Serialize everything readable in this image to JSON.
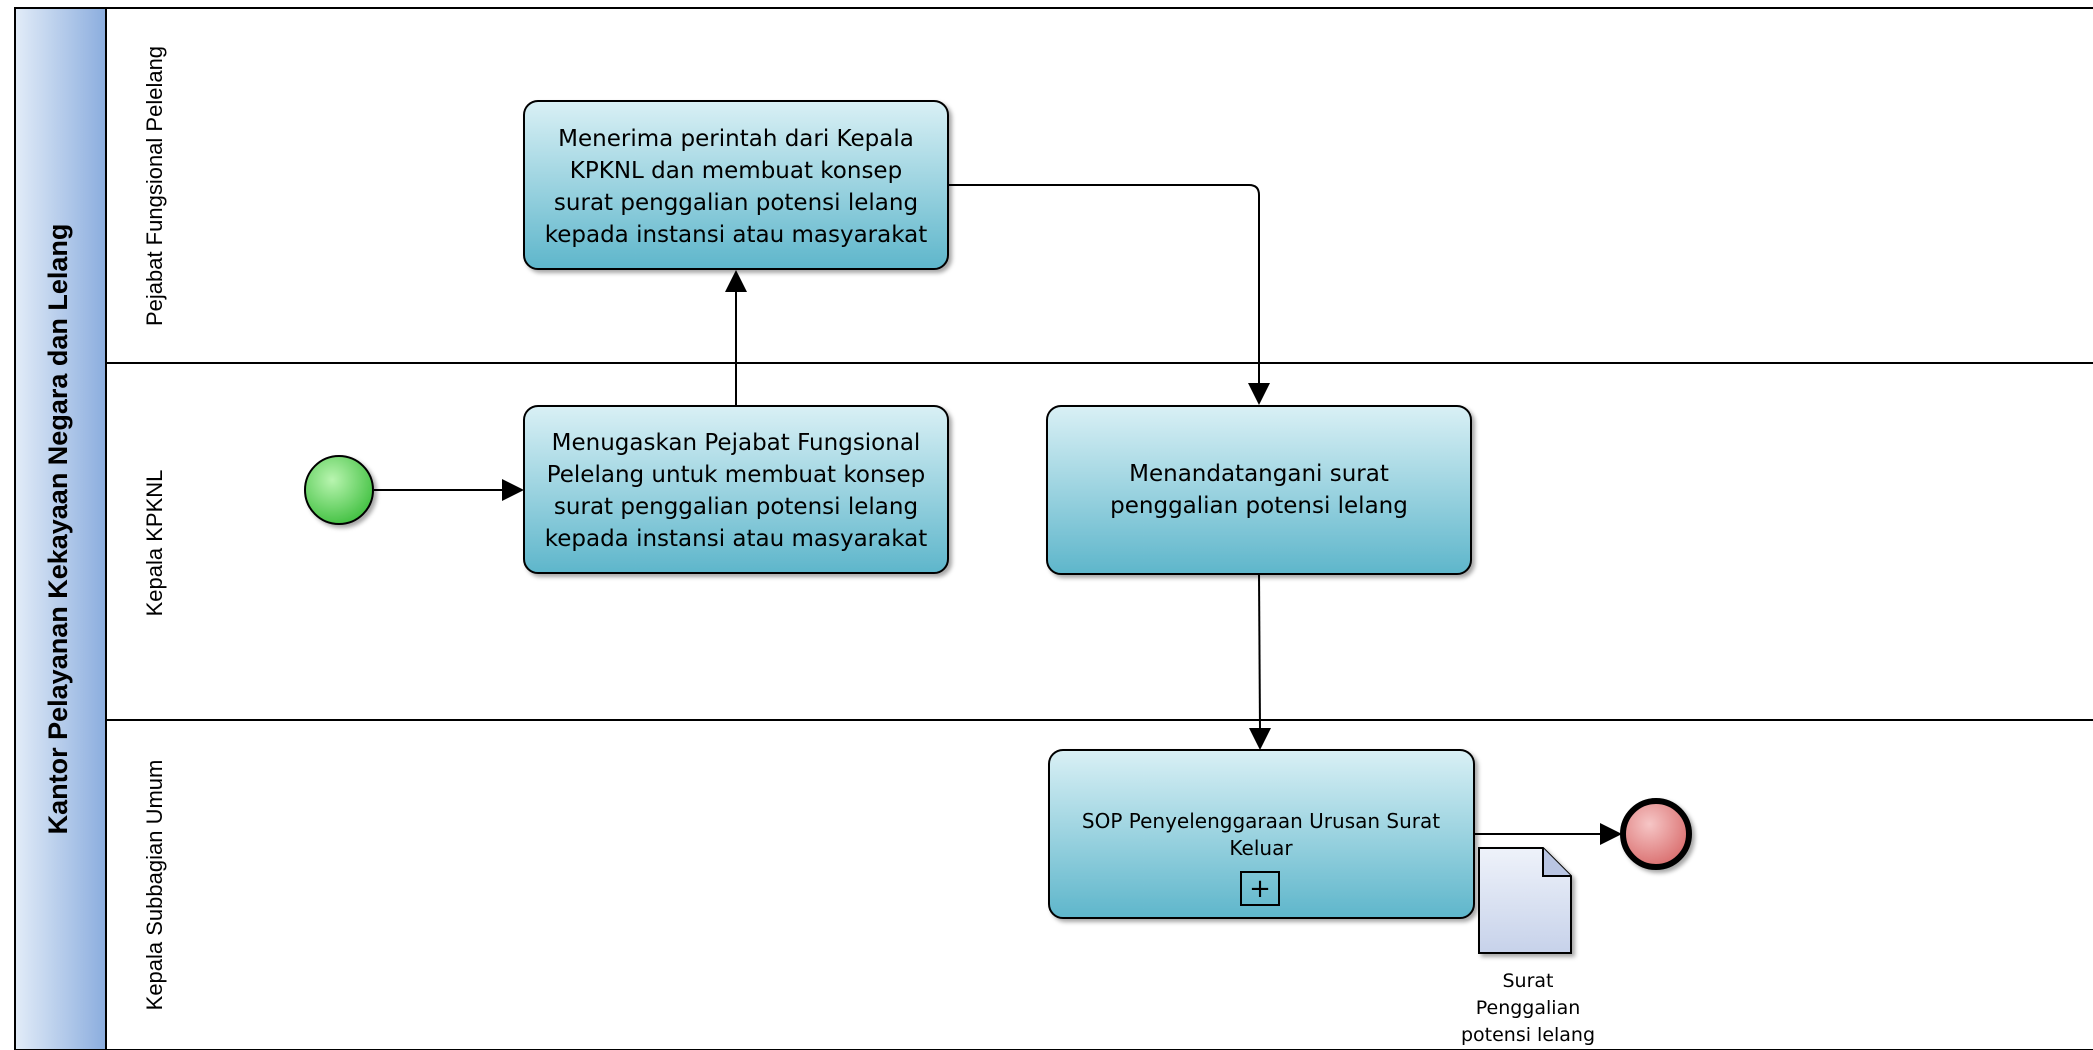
{
  "pool": {
    "title": "Kantor Pelayanan Kekayaan Negara dan Lelang"
  },
  "lanes": [
    {
      "label": "Pejabat Fungsional Pelelang"
    },
    {
      "label": "Kepala KPKNL"
    },
    {
      "label": "Kepala Subbagian Umum"
    }
  ],
  "tasks": {
    "menerima": {
      "lines": [
        "Menerima perintah dari Kepala",
        "KPKNL dan membuat konsep",
        "surat penggalian potensi lelang",
        "kepada instansi atau masyarakat"
      ]
    },
    "menugaskan": {
      "lines": [
        "Menugaskan Pejabat Fungsional",
        "Pelelang untuk membuat konsep",
        "surat penggalian potensi lelang",
        "kepada instansi atau masyarakat"
      ]
    },
    "menandatangani": {
      "lines": [
        "Menandatangani surat",
        "penggalian potensi lelang"
      ]
    },
    "sop": {
      "lines": [
        "SOP Penyelenggaraan Urusan Surat",
        "Keluar"
      ],
      "marker": "+"
    }
  },
  "document": {
    "lines": [
      "Surat",
      "Penggalian",
      "potensi lelang"
    ]
  },
  "events": {
    "start": {
      "icon": "start-event-icon",
      "color": "#5fcf5f"
    },
    "end": {
      "icon": "end-event-icon",
      "color": "#e07a7a"
    }
  },
  "colors": {
    "task_top": "#d6eef4",
    "task_bottom": "#5fb7cc",
    "pool_header_light": "#dce8f7",
    "pool_header_dark": "#8fb0e0"
  }
}
